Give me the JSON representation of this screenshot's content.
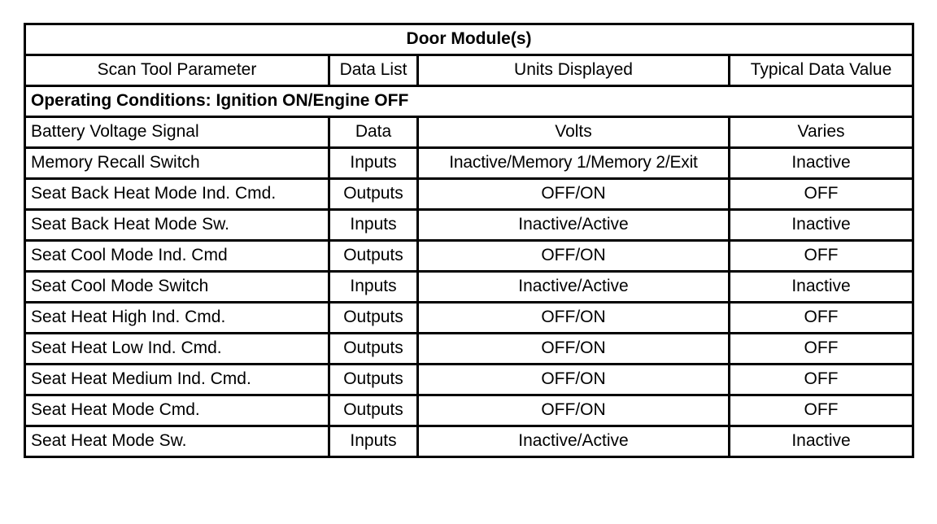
{
  "table": {
    "title": "Door Module(s)",
    "columns": [
      "Scan Tool Parameter",
      "Data List",
      "Units Displayed",
      "Typical Data Value"
    ],
    "section_label": "Operating Conditions: Ignition ON/Engine OFF",
    "rows": [
      {
        "parameter": "Battery Voltage Signal",
        "data_list": "Data",
        "units": "Volts",
        "typical": "Varies"
      },
      {
        "parameter": "Memory Recall Switch",
        "data_list": "Inputs",
        "units": "Inactive/Memory 1/Memory 2/Exit",
        "typical": "Inactive"
      },
      {
        "parameter": "Seat Back Heat Mode Ind. Cmd.",
        "data_list": "Outputs",
        "units": "OFF/ON",
        "typical": "OFF"
      },
      {
        "parameter": "Seat Back Heat Mode Sw.",
        "data_list": "Inputs",
        "units": "Inactive/Active",
        "typical": "Inactive"
      },
      {
        "parameter": "Seat Cool Mode Ind. Cmd",
        "data_list": "Outputs",
        "units": "OFF/ON",
        "typical": "OFF"
      },
      {
        "parameter": "Seat Cool Mode Switch",
        "data_list": "Inputs",
        "units": "Inactive/Active",
        "typical": "Inactive"
      },
      {
        "parameter": "Seat Heat High Ind. Cmd.",
        "data_list": "Outputs",
        "units": "OFF/ON",
        "typical": "OFF"
      },
      {
        "parameter": "Seat Heat Low Ind. Cmd.",
        "data_list": "Outputs",
        "units": "OFF/ON",
        "typical": "OFF"
      },
      {
        "parameter": "Seat Heat Medium Ind. Cmd.",
        "data_list": "Outputs",
        "units": "OFF/ON",
        "typical": "OFF"
      },
      {
        "parameter": "Seat Heat Mode Cmd.",
        "data_list": "Outputs",
        "units": "OFF/ON",
        "typical": "OFF"
      },
      {
        "parameter": "Seat Heat Mode Sw.",
        "data_list": "Inputs",
        "units": "Inactive/Active",
        "typical": "Inactive"
      }
    ]
  },
  "colors": {
    "border": "#000000",
    "text": "#000000",
    "background": "#ffffff"
  }
}
